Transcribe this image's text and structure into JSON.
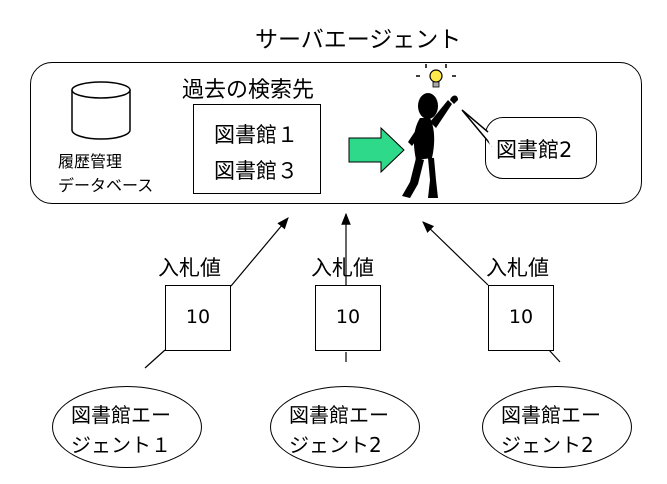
{
  "server_agent": {
    "title": "サーバエージェント"
  },
  "history": {
    "title": "過去の検索先",
    "items": [
      "図書館１",
      "図書館３"
    ]
  },
  "database": {
    "label_line1": "履歴管理",
    "label_line2": "データベース"
  },
  "speech_bubble": {
    "text": "図書館2"
  },
  "bids": [
    {
      "label": "入札値",
      "value": "10"
    },
    {
      "label": "入札値",
      "value": "10"
    },
    {
      "label": "入札値",
      "value": "10"
    }
  ],
  "library_agents": [
    {
      "line1": "図書館エー",
      "line2": "ジェント１"
    },
    {
      "line1": "図書館エー",
      "line2": "ジェント2"
    },
    {
      "line1": "図書館エー",
      "line2": "ジェント2"
    }
  ],
  "colors": {
    "arrow_fill": "#2ed98a",
    "bulb": "#ffe94a",
    "figure": "#000000"
  }
}
